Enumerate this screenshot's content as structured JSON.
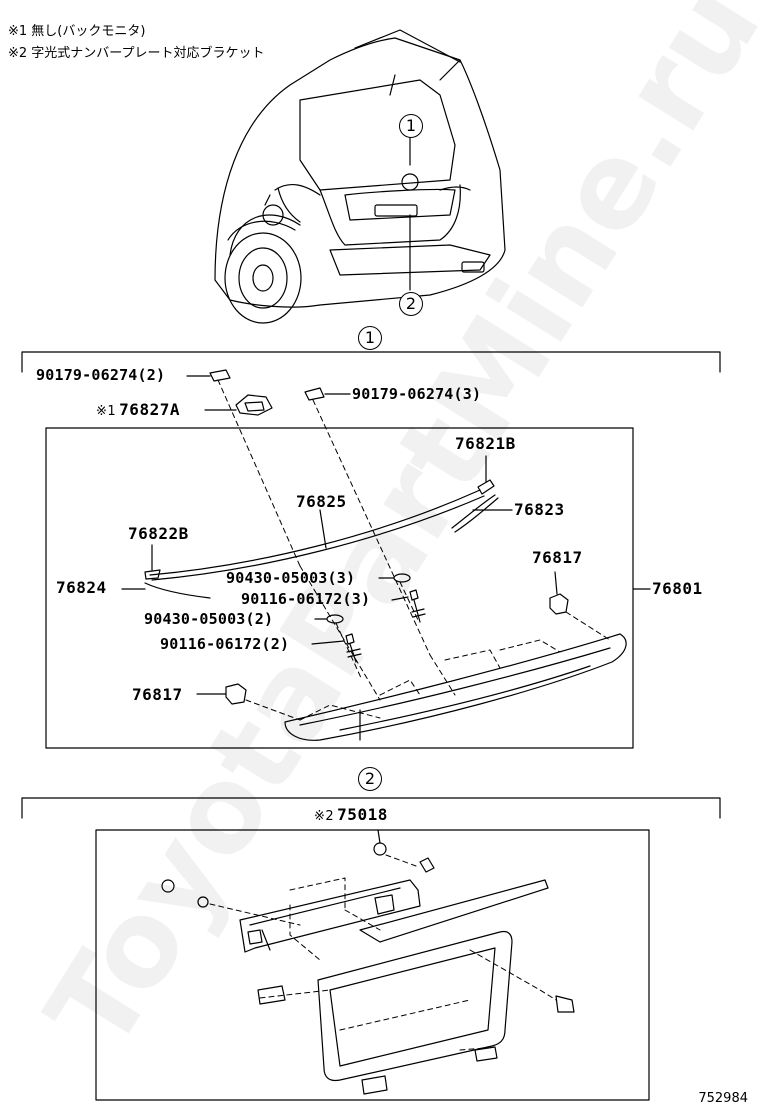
{
  "notes": [
    "※1 無し(バックモニタ)",
    "※2 字光式ナンバープレート対応ブラケット"
  ],
  "callouts": [
    "1",
    "2"
  ],
  "section1": {
    "marker": "1",
    "parts": {
      "clip_top_left": "90179-06274(2)",
      "clip_top_right": "90179-06274(3)",
      "camera_cover_mark": "※1",
      "camera_cover": "76827A",
      "end_piece_right": "76821B",
      "upper_molding": "76825",
      "side_molding_right": "76823",
      "end_piece_left": "76822B",
      "side_molding_left": "76824",
      "nut_right": "90430-05003(3)",
      "bolt_right": "90116-06172(3)",
      "nut_left": "90430-05003(2)",
      "bolt_left": "90116-06172(2)",
      "retainer_right": "76817",
      "retainer_left": "76817",
      "spoiler_assy": "76801"
    }
  },
  "section2": {
    "marker": "2",
    "bracket_mark": "※2",
    "bracket": "75018"
  },
  "watermark": "ToyotaPartMine.ru",
  "image_id": "752984"
}
